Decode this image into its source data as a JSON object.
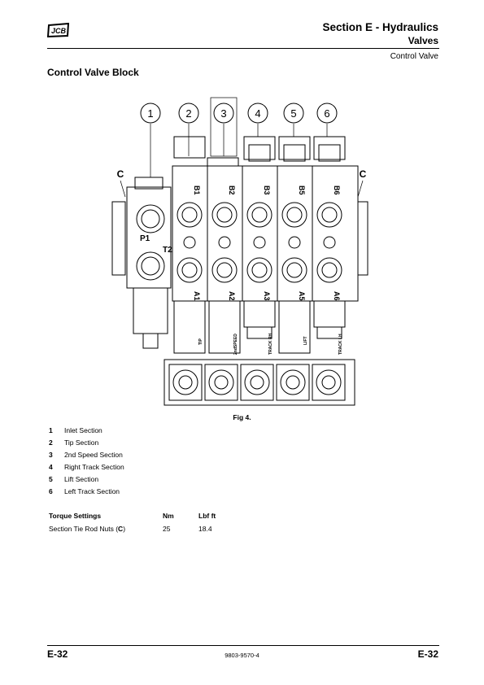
{
  "header": {
    "logo": "JCB",
    "section": "Section E - Hydraulics",
    "subsection": "Valves",
    "topic": "Control Valve",
    "page_title": "Control Valve Block"
  },
  "diagram": {
    "callouts": [
      "1",
      "2",
      "3",
      "4",
      "5",
      "6"
    ],
    "side_labels": [
      "C",
      "C"
    ],
    "inlet_ports": [
      "P1",
      "T2"
    ],
    "top_ports": [
      "B1",
      "B2",
      "B3",
      "B5",
      "B6"
    ],
    "bottom_ports": [
      "A1",
      "A2",
      "A3",
      "A5",
      "A6"
    ],
    "spool_labels": [
      "TIP",
      "2ndSPEED",
      "TRACK RH",
      "LIFT",
      "TRACK LH"
    ]
  },
  "figure_caption": "Fig 4.",
  "legend": [
    {
      "num": "1",
      "label": "Inlet Section"
    },
    {
      "num": "2",
      "label": "Tip Section"
    },
    {
      "num": "3",
      "label": "2nd Speed Section"
    },
    {
      "num": "4",
      "label": "Right Track Section"
    },
    {
      "num": "5",
      "label": "Lift Section"
    },
    {
      "num": "6",
      "label": "Left Track Section"
    }
  ],
  "torque": {
    "headers": [
      "Torque Settings",
      "Nm",
      "Lbf ft"
    ],
    "row": {
      "item_prefix": "Section Tie Rod Nuts (",
      "item_code": "C",
      "item_suffix": ")",
      "nm": "25",
      "lbf": "18.4"
    }
  },
  "footer": {
    "page_left": "E-32",
    "doc_number": "9803-9570-4",
    "page_right": "E-32"
  }
}
